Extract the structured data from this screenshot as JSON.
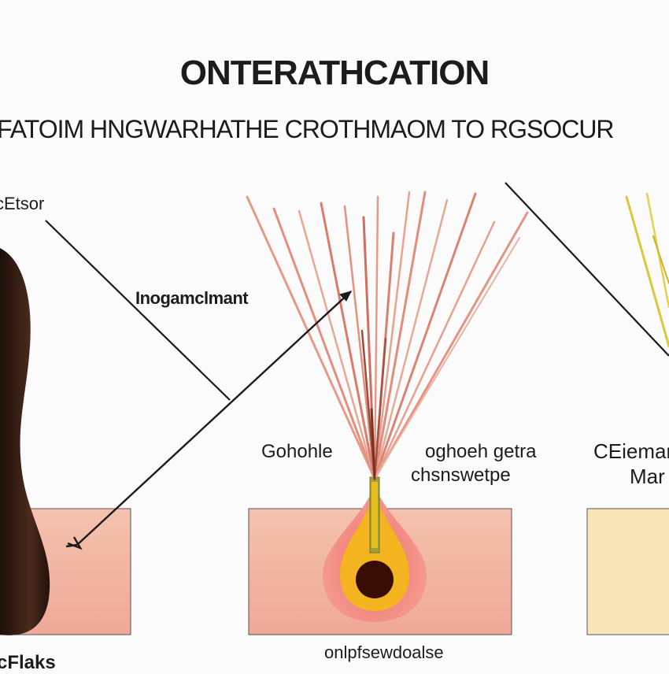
{
  "title": "ONTERATHCATION",
  "subtitle": "FATOIM HNGWARHATHE CROTHMAOM TO RGSOCUR",
  "labels": {
    "left": "cEtsor",
    "middle": "Inogamclmant",
    "center": "Gohohle",
    "right_line1": "oghoeh getra",
    "right_line2": "chsnswetpe",
    "far_right_line1": "CEiemar",
    "far_right_line2": "Mar",
    "bottom_center": "onlpfsewdoalse",
    "bottom_left": "cFlaks"
  },
  "colors": {
    "skin_panel": "#f2b9a4",
    "cream_panel": "#f8e6b9",
    "hair_dark": "#2a1710",
    "strand_pink": "#e08c7c",
    "strand_yellow": "#d8c93a",
    "follicle_outer": "#f08f85",
    "follicle_ring": "#f3b41f",
    "follicle_core": "#3a0c06"
  }
}
